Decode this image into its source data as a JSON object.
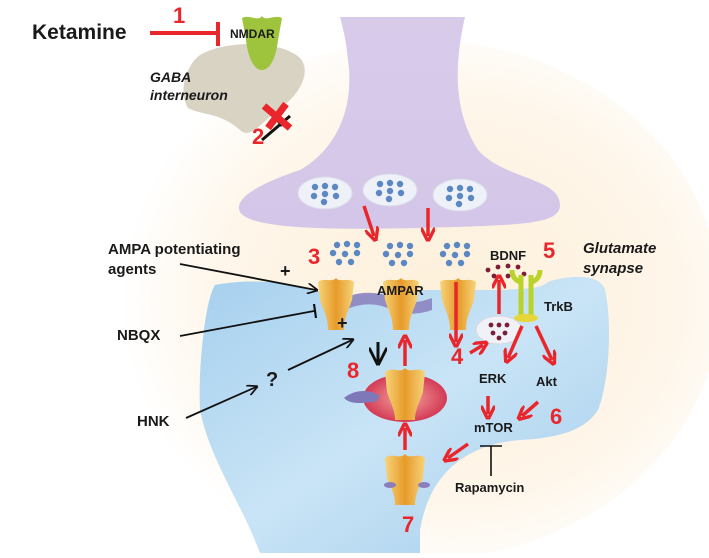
{
  "diagram": {
    "title": "Ketamine mechanism at the glutamate synapse",
    "colors": {
      "presynaptic": "#d9cdea",
      "postsynaptic": "#a9d2ef",
      "background_glow": "#fdf2df",
      "gaba_neuron": "#d8d2c4",
      "red_arrow": "#e8262b",
      "black_arrow": "#111111",
      "ampar": "#f0b64a",
      "nmdar": "#9dc43c",
      "trkb": "#b9d32a",
      "glutamate_dot": "#5b88c2",
      "bdnf_dot": "#7a1e3a"
    },
    "labels": {
      "ketamine": "Ketamine",
      "nmdar": "NMDAR",
      "gaba_interneuron_line1": "GABA",
      "gaba_interneuron_line2": "interneuron",
      "ampa_agents_line1": "AMPA potentiating",
      "ampa_agents_line2": "agents",
      "nbqx": "NBQX",
      "hnk": "HNK",
      "question": "?",
      "ampar": "AMPAR",
      "bdnf": "BDNF",
      "trkb": "TrkB",
      "erk": "ERK",
      "akt": "Akt",
      "mtor": "mTOR",
      "rapamycin": "Rapamycin",
      "glutamate_line1": "Glutamate",
      "glutamate_line2": "synapse",
      "plus": "+"
    },
    "step_numbers": [
      "1",
      "2",
      "3",
      "4",
      "5",
      "6",
      "7",
      "8"
    ]
  }
}
